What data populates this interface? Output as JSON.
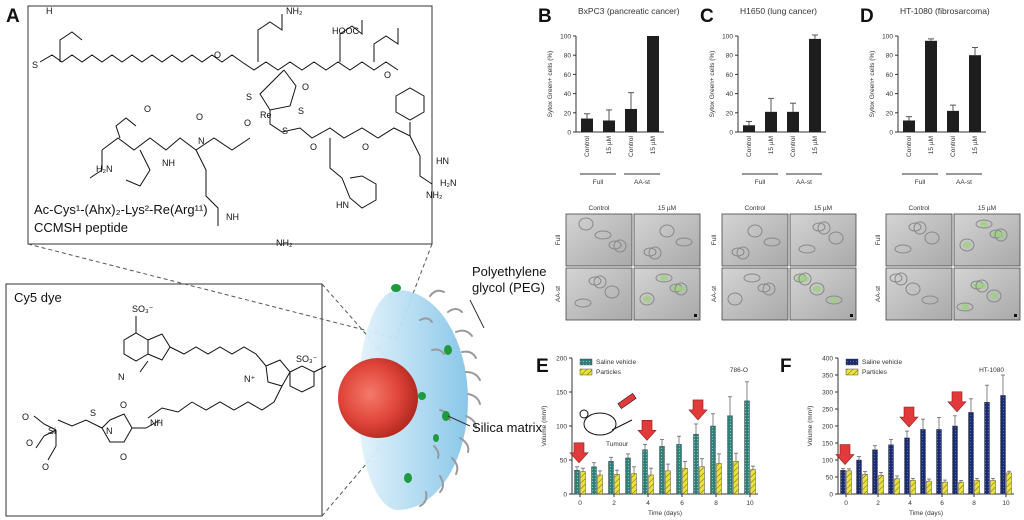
{
  "panel_labels": {
    "A": "A",
    "B": "B",
    "C": "C",
    "D": "D",
    "E": "E",
    "F": "F"
  },
  "peptide": {
    "line1": "Ac-Cys¹-(Ahx)₂-Lys²-Re(Arg¹¹)",
    "line2": "CCMSH peptide",
    "atoms": [
      "NH₂",
      "HOOC",
      "Re",
      "S",
      "O",
      "H₂N",
      "NH",
      "HN",
      "N",
      "O",
      "O",
      "O",
      "O",
      "O",
      "O",
      "O",
      "H₂N",
      "NH₂",
      "HN",
      "H",
      "S",
      "S",
      "S",
      "NH",
      "NH₂"
    ]
  },
  "cy5": {
    "title": "Cy5 dye",
    "atoms": [
      "SO₃⁻",
      "SO₃⁻",
      "N",
      "N⁺",
      "O",
      "O",
      "O",
      "Si",
      "S",
      "NH",
      "N",
      "O",
      "O"
    ]
  },
  "particle_labels": {
    "peg": [
      "Polyethylene",
      "glycol (PEG)"
    ],
    "silica": "Silica matrix"
  },
  "colors": {
    "bar_dark": "#1e1e1e",
    "saline_teal": "#2f7f78",
    "saline_navy": "#1c2a6e",
    "particles": "#e9e23a",
    "arrow_red": "#e23a3a",
    "core_red": "#e0453a",
    "shell_blue": "#9fd2ee"
  },
  "chart_data": [
    {
      "panel": "B",
      "type": "bar",
      "title": "BxPC3 (pancreatic cancer)",
      "ylabel": "Sytox Green+ cells (%)",
      "ylim": [
        0,
        100
      ],
      "yticks": [
        0,
        20,
        40,
        60,
        80,
        100
      ],
      "categories": [
        "Control",
        "15 µM",
        "Control",
        "15 µM"
      ],
      "groups": [
        "Full",
        "AA-st"
      ],
      "values": [
        14,
        12,
        24,
        100
      ],
      "errors": [
        5,
        11,
        17,
        0
      ]
    },
    {
      "panel": "C",
      "type": "bar",
      "title": "H1650 (lung cancer)",
      "ylabel": "Sytox Green+ cells (%)",
      "ylim": [
        0,
        100
      ],
      "yticks": [
        0,
        20,
        40,
        60,
        80,
        100
      ],
      "categories": [
        "Control",
        "15 µM",
        "Control",
        "15 µM"
      ],
      "groups": [
        "Full",
        "AA-st"
      ],
      "values": [
        7,
        21,
        21,
        97
      ],
      "errors": [
        4,
        14,
        9,
        4
      ]
    },
    {
      "panel": "D",
      "type": "bar",
      "title": "HT-1080 (fibrosarcoma)",
      "ylabel": "Sytox Green+ cells (%)",
      "ylim": [
        0,
        100
      ],
      "yticks": [
        0,
        20,
        40,
        60,
        80,
        100
      ],
      "categories": [
        "Control",
        "15 µM",
        "Control",
        "15 µM"
      ],
      "groups": [
        "Full",
        "AA-st"
      ],
      "values": [
        12,
        95,
        22,
        80
      ],
      "errors": [
        4,
        2,
        6,
        8
      ]
    },
    {
      "panel": "E",
      "type": "bar",
      "annotation": "786-O",
      "ylabel": "Volume (mm³)",
      "xlabel": "Time (days)",
      "ylim": [
        0,
        200
      ],
      "yticks": [
        0,
        50,
        100,
        150,
        200
      ],
      "xticks": [
        0,
        2,
        4,
        6,
        8,
        10
      ],
      "x": [
        0,
        1,
        2,
        3,
        4,
        5,
        6,
        7,
        8,
        9,
        10
      ],
      "series": [
        {
          "name": "Saline vehicle",
          "values": [
            35,
            40,
            48,
            53,
            65,
            70,
            73,
            88,
            100,
            115,
            137
          ],
          "errors": [
            5,
            6,
            6,
            6,
            8,
            10,
            12,
            15,
            18,
            28,
            28
          ]
        },
        {
          "name": "Particles",
          "values": [
            33,
            28,
            29,
            30,
            28,
            34,
            38,
            40,
            45,
            48,
            36
          ],
          "errors": [
            5,
            6,
            6,
            10,
            10,
            10,
            10,
            12,
            14,
            12,
            5
          ]
        }
      ],
      "markers_on_days": [
        0,
        4,
        7
      ],
      "tumour_label": "Tumour"
    },
    {
      "panel": "F",
      "type": "bar",
      "annotation": "HT-1080",
      "ylabel": "Volume (mm³)",
      "xlabel": "Time (days)",
      "ylim": [
        0,
        400
      ],
      "yticks": [
        0,
        50,
        100,
        150,
        200,
        250,
        300,
        350,
        400
      ],
      "xticks": [
        0,
        2,
        4,
        6,
        8,
        10
      ],
      "x": [
        0,
        1,
        2,
        3,
        4,
        5,
        6,
        7,
        8,
        9,
        10
      ],
      "series": [
        {
          "name": "Saline vehicle",
          "values": [
            70,
            100,
            130,
            145,
            165,
            190,
            190,
            200,
            240,
            270,
            290
          ],
          "errors": [
            5,
            10,
            12,
            15,
            20,
            30,
            35,
            30,
            40,
            50,
            60
          ]
        },
        {
          "name": "Particles",
          "values": [
            68,
            58,
            55,
            45,
            40,
            38,
            35,
            35,
            40,
            40,
            62
          ],
          "errors": [
            6,
            8,
            8,
            8,
            6,
            6,
            6,
            5,
            6,
            6,
            5
          ]
        }
      ],
      "markers_on_days": [
        0,
        4,
        7
      ]
    }
  ],
  "micro": [
    {
      "panel": "B",
      "cols": [
        "Control",
        "15 µM"
      ],
      "rows": [
        "Full",
        "AA-st"
      ]
    },
    {
      "panel": "C",
      "cols": [
        "Control",
        "15 µM"
      ],
      "rows": [
        "Full",
        "AA-st"
      ]
    },
    {
      "panel": "D",
      "cols": [
        "Control",
        "15 µM"
      ],
      "rows": [
        "Full",
        "AA-st"
      ]
    }
  ]
}
